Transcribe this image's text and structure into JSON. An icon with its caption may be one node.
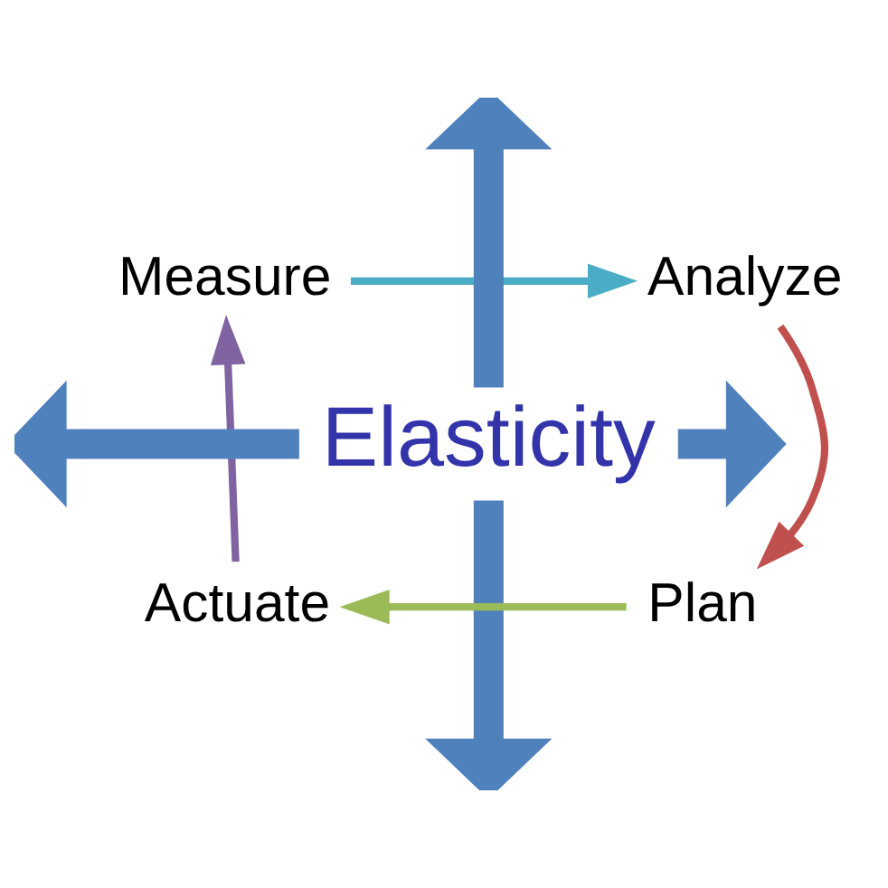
{
  "diagram": {
    "nodes": [
      {
        "text": [
          "Elasticity"
        ]
      },
      {
        "text": [
          "Measure"
        ]
      },
      {
        "text": [
          "Analyze"
        ]
      },
      {
        "text": [
          "Plan"
        ]
      },
      {
        "text": [
          "Actuate"
        ]
      }
    ],
    "edges": [
      {
        "from": 1,
        "to": 2,
        "arrow": "to",
        "color": "#4bacc6"
      },
      {
        "from": 2,
        "to": 3,
        "arrow": "to",
        "color": "#c0504d"
      },
      {
        "from": 3,
        "to": 4,
        "arrow": "to",
        "color": "#9bbb59"
      },
      {
        "from": 4,
        "to": 1,
        "arrow": "to",
        "color": "#8064a2"
      },
      {
        "from": 0,
        "to": null,
        "arrow": "to",
        "style": "thick",
        "color": "#4f81bd"
      },
      {
        "from": 0,
        "to": null,
        "arrow": "to",
        "style": "thick",
        "color": "#4f81bd"
      },
      {
        "from": 0,
        "to": null,
        "arrow": "to",
        "style": "thick",
        "color": "#4f81bd"
      },
      {
        "from": 0,
        "to": null,
        "arrow": "to",
        "style": "thick",
        "color": "#4f81bd"
      }
    ]
  }
}
